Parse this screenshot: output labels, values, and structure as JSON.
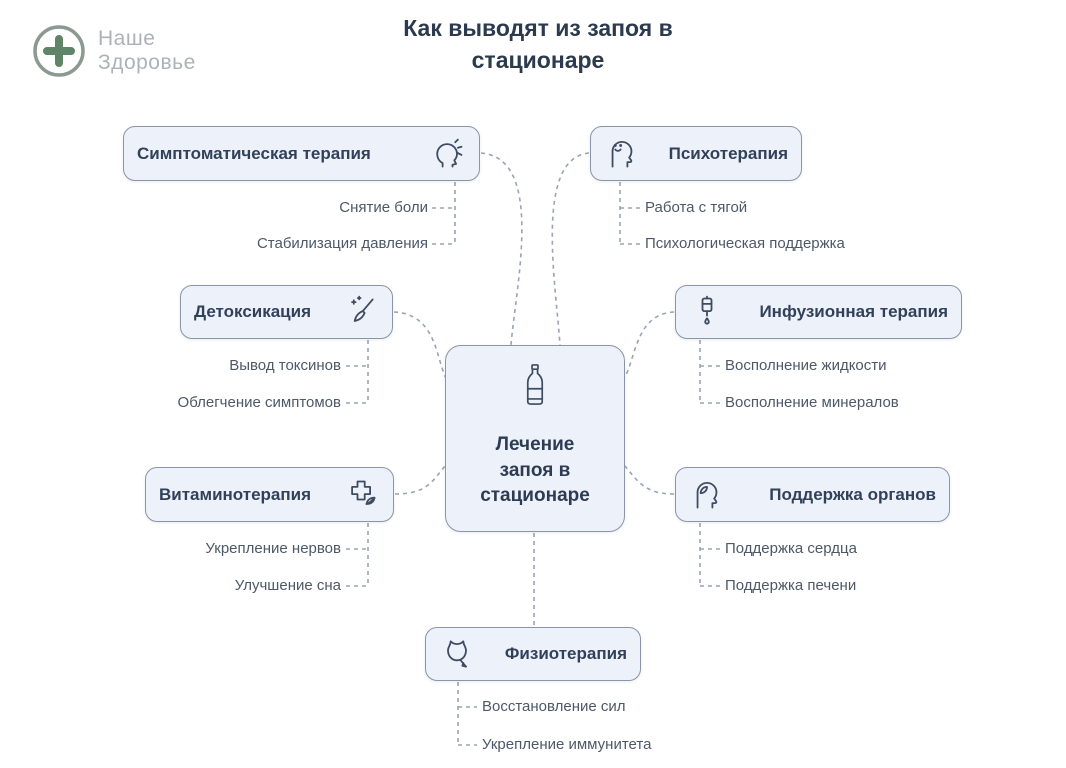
{
  "brand": {
    "line1": "Наше",
    "line2": "Здоровье",
    "icon": "medical-cross-icon"
  },
  "title": "Как выводят из запоя в стационаре",
  "center": {
    "label": "Лечение запоя в стационаре",
    "icon": "champagne-bottle-icon"
  },
  "nodes": [
    {
      "label": "Симптоматическая терапия",
      "icon": "headache-icon",
      "items": [
        "Снятие боли",
        "Стабилизация давления"
      ]
    },
    {
      "label": "Психотерапия",
      "icon": "head-smile-icon",
      "items": [
        "Работа с тягой",
        "Психологическая поддержка"
      ]
    },
    {
      "label": "Детоксикация",
      "icon": "broom-sparkle-icon",
      "items": [
        "Вывод токсинов",
        "Облегчение симптомов"
      ]
    },
    {
      "label": "Инфузионная терапия",
      "icon": "iv-drip-icon",
      "items": [
        "Восполнение жидкости",
        "Восполнение минералов"
      ]
    },
    {
      "label": "Витаминотерапия",
      "icon": "cross-leaf-icon",
      "items": [
        "Укрепление нервов",
        "Улучшение сна"
      ]
    },
    {
      "label": "Поддержка органов",
      "icon": "head-leaf-icon",
      "items": [
        "Поддержка сердца",
        "Поддержка печени"
      ]
    },
    {
      "label": "Физиотерапия",
      "icon": "physiotherapy-icon",
      "items": [
        "Восстановление сил",
        "Укрепление иммунитета"
      ]
    }
  ],
  "colors": {
    "node_fill": "#edf1fa",
    "node_border": "#8b95a7",
    "text_dark": "#2b3a4e",
    "text_sub": "#4d5868",
    "connector": "#9aa4b4",
    "logo_green": "#5f8468",
    "logo_text": "#aeb2b8"
  }
}
